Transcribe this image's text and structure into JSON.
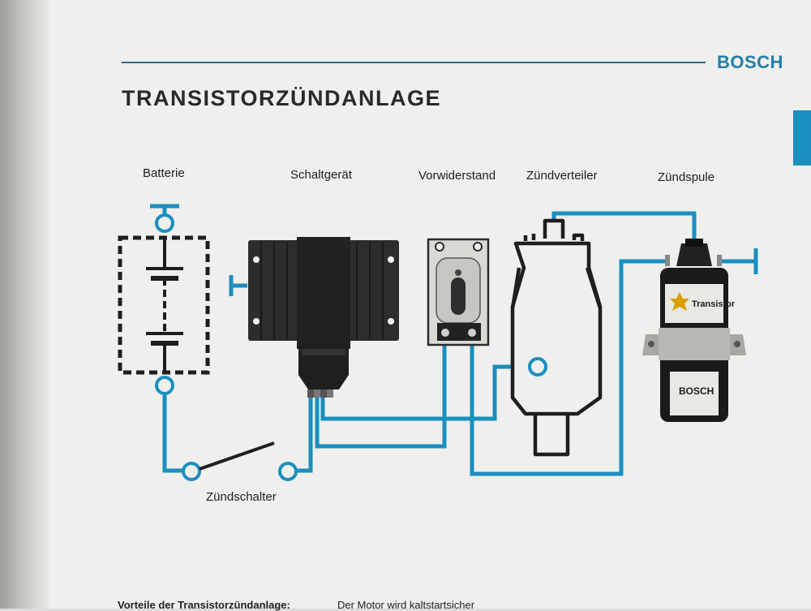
{
  "header": {
    "brand": "BOSCH",
    "title": "TRANSISTORZÜNDANLAGE"
  },
  "labels": {
    "battery": "Batterie",
    "control_unit": "Schaltgerät",
    "ballast_resistor": "Vorwiderstand",
    "distributor": "Zündverteiler",
    "ignition_coil": "Zündspule",
    "ignition_switch": "Zündschalter"
  },
  "coil_print": {
    "brand": "BOSCH",
    "model": "Transistor"
  },
  "footer": {
    "left": "Vorteile der Transistorzündanlage:",
    "right": "Der Motor wird kaltstartsicher"
  },
  "colors": {
    "wire": "#1a8fc0",
    "brand": "#1f7eaa",
    "rule": "#2f6e8c",
    "component": "#2b2b2b"
  }
}
